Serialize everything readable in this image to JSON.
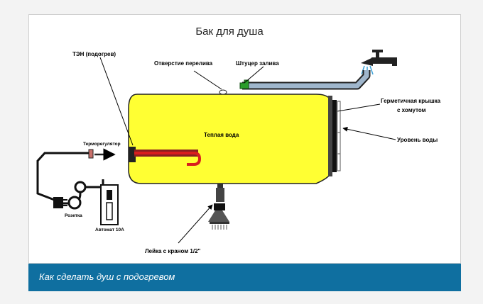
{
  "diagram": {
    "title": "Бак для душа",
    "labels": {
      "heater": "ТЭН (подогрев)",
      "overflow": "Отверстие перелива",
      "inlet": "Штуцер залива",
      "lid": [
        "Герметичная крышка",
        "с хомутом"
      ],
      "level": "Уровень воды",
      "warm_water": "Теплая вода",
      "thermostat": "Терморегулятор",
      "socket": "Розетка",
      "breaker": "Автомат 10А",
      "shower": "Лейка с краном 1/2\""
    }
  },
  "caption": "Как сделать душ с подогревом",
  "colors": {
    "tank": "#ffff33",
    "pipe": "#9fb6cc",
    "caption_bg": "#0f6fa0",
    "heater": "#d81e1e"
  }
}
